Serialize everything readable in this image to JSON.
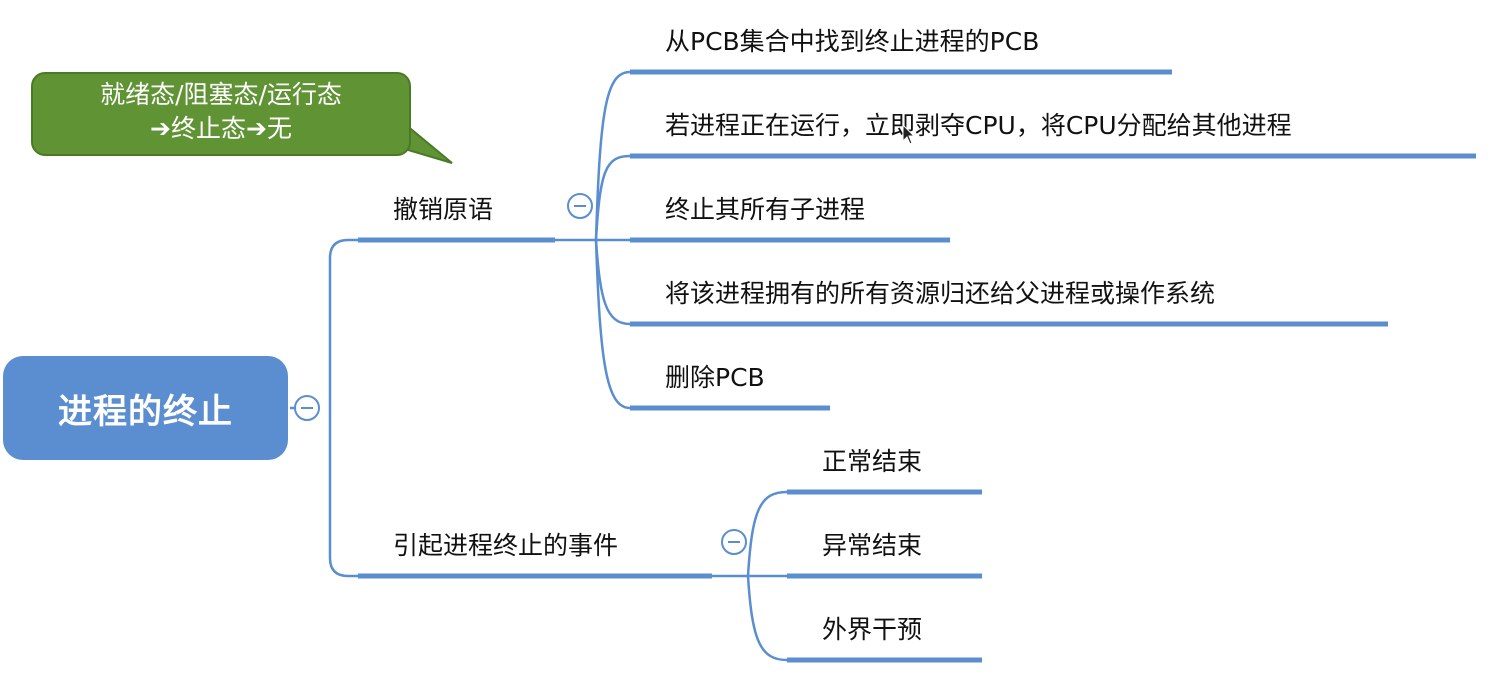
{
  "root": {
    "label": "进程的终止"
  },
  "callout": {
    "line1": "就绪态/阻塞态/运行态",
    "line2": "➔终止态➔无"
  },
  "branches": [
    {
      "label": "撤销原语",
      "children": [
        "从PCB集合中找到终止进程的PCB",
        "若进程正在运行，立即剥夺CPU，将CPU分配给其他进程",
        "终止其所有子进程",
        "将该进程拥有的所有资源归还给父进程或操作系统",
        "删除PCB"
      ]
    },
    {
      "label": "引起进程终止的事件",
      "children": [
        "正常结束",
        "异常结束",
        "外界干预"
      ]
    }
  ],
  "colors": {
    "line": "#5b8ed0",
    "root": "#5b8ed0",
    "callout": "#5f9334"
  }
}
